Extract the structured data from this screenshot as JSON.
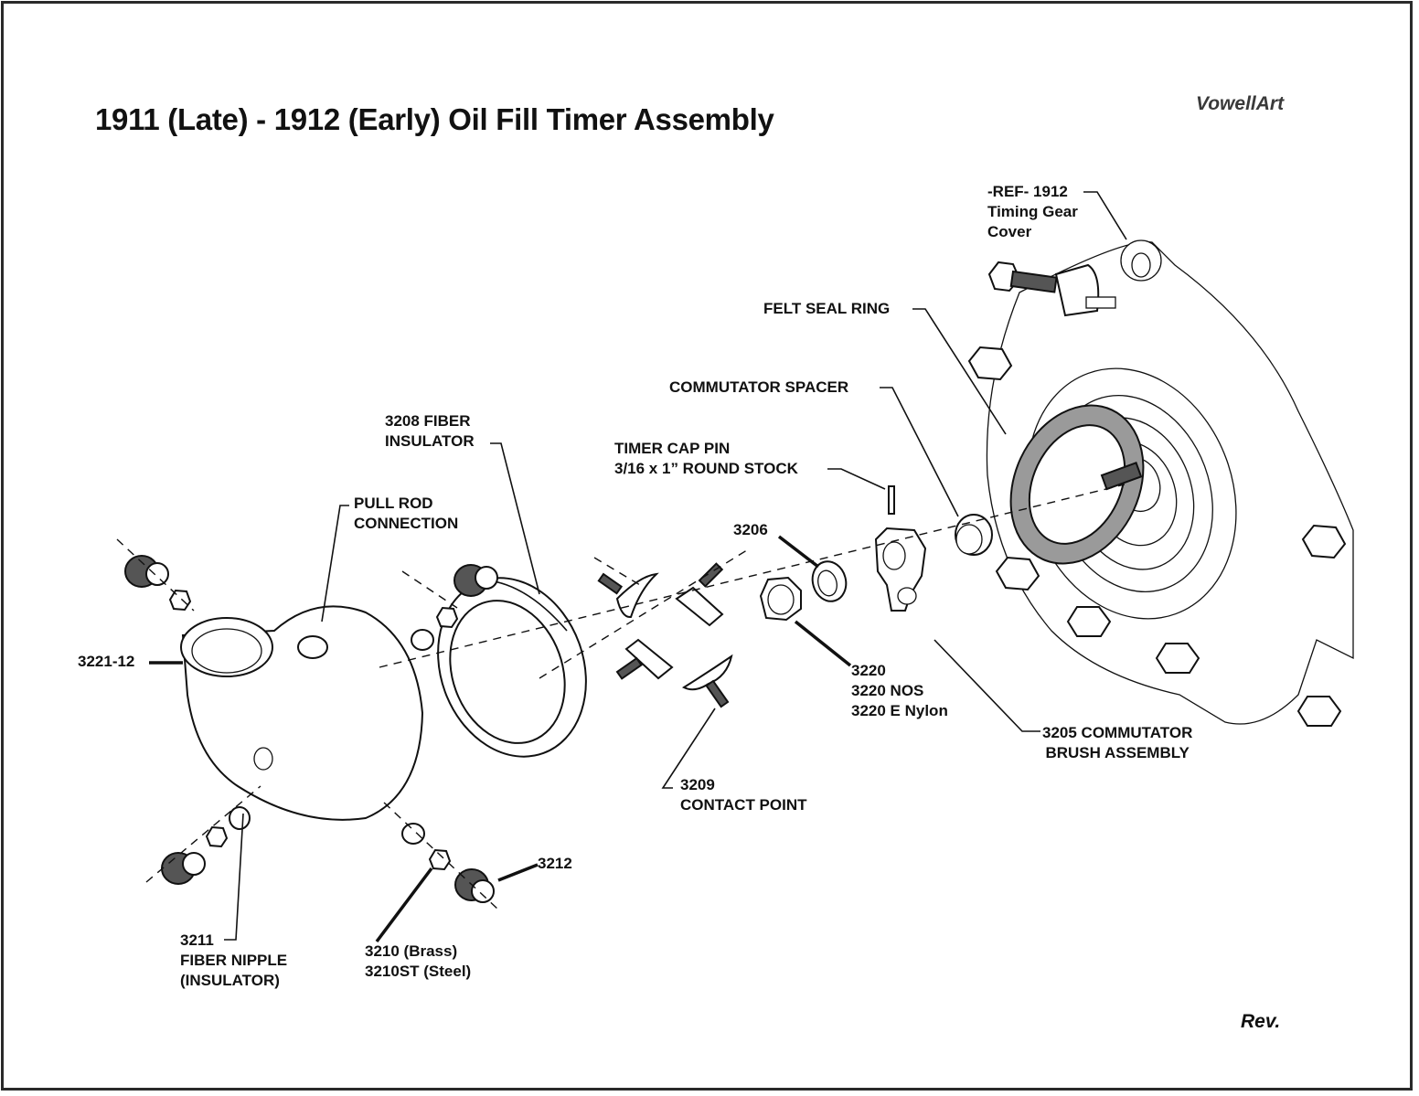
{
  "title": "1911 (Late) - 1912 (Early) Oil Fill Timer Assembly",
  "brand": "VowellArt",
  "revision_label": "Rev.",
  "callouts": {
    "ref_timing_gear_cover": [
      "-REF- 1912",
      "Timing Gear",
      "Cover"
    ],
    "felt_seal_ring": [
      "FELT SEAL RING"
    ],
    "commutator_spacer": [
      "COMMUTATOR SPACER"
    ],
    "timer_cap_pin": [
      "TIMER CAP PIN",
      "3/16 x 1” ROUND STOCK"
    ],
    "fiber_insulator": [
      "3208 FIBER",
      "INSULATOR"
    ],
    "pull_rod_connection": [
      "PULL ROD",
      "CONNECTION"
    ],
    "washer_3206": [
      "3206"
    ],
    "timer_case": [
      "3221-12"
    ],
    "nut_3220": [
      "3220",
      "3220 NOS",
      "3220 E Nylon"
    ],
    "brush_assembly": [
      "3205 COMMUTATOR",
      "BRUSH ASSEMBLY"
    ],
    "contact_point": [
      "3209",
      "CONTACT POINT"
    ],
    "terminal_3212": [
      "3212"
    ],
    "fiber_nipple": [
      "3211",
      "FIBER NIPPLE",
      "(INSULATOR)"
    ],
    "nut_3210": [
      "3210 (Brass)",
      "3210ST (Steel)"
    ]
  }
}
